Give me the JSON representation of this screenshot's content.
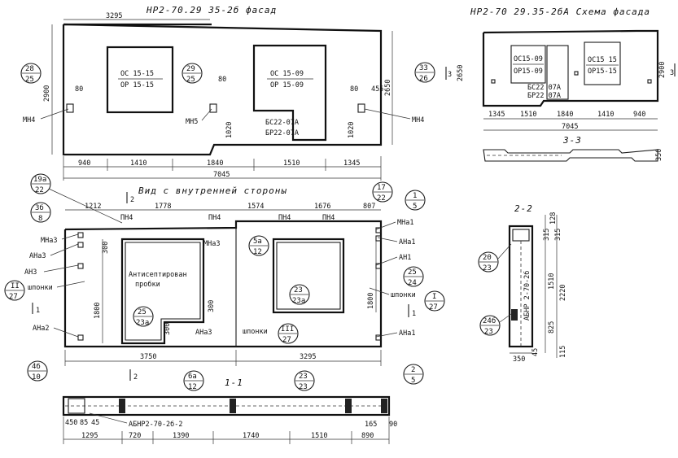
{
  "facade": {
    "title": "НР2-70.29 35-2б фасад",
    "top_dim": "3295",
    "height_left": "2900",
    "height_right": "2650",
    "win1": [
      "ОС 15-15",
      "ОР 15-15"
    ],
    "win2": [
      "ОС 15-09",
      "ОР 15-09"
    ],
    "door": [
      "БС22-07А",
      "БР22-07А"
    ],
    "bub_left": [
      "28",
      "25"
    ],
    "bub_mid": [
      "29",
      "25"
    ],
    "bub_right": [
      "33",
      "26"
    ],
    "mn_left": "МН4",
    "mn_mid": "МН5",
    "mn_right": "МН4",
    "d80a": "80",
    "d80b": "80",
    "d80c": "80",
    "d455": "455",
    "d1020a": "1020",
    "d1020b": "1020",
    "bottom_dims": [
      "940",
      "1410",
      "1840",
      "1510",
      "1345"
    ],
    "total": "7045"
  },
  "scheme": {
    "title": "НР2-70 29.35-2бА  Схема фасада",
    "h_left": "2650",
    "h_right": "2900",
    "arrow_left": "3",
    "arrow_right": "3",
    "win1": [
      "ОС15-09",
      "ОР15-09"
    ],
    "win2": [
      "ОС15 15",
      "ОР15-15"
    ],
    "door": [
      "БС22 07А",
      "БР22 07А"
    ],
    "bottom_dims": [
      "1345",
      "1510",
      "1840",
      "1410",
      "940"
    ],
    "total": "7045",
    "section_title": "3-3",
    "sec_dim": "350"
  },
  "inner": {
    "title": "Вид с внутренней стороны",
    "sec_mark_top": "2",
    "sec_mark_bottom": "2",
    "top_dims": [
      "1212",
      "1778",
      "1574",
      "1676",
      "807"
    ],
    "pn": [
      "ПН4",
      "ПН4",
      "ПН4",
      "ПН4"
    ],
    "left_labels": [
      "МНа3",
      "АНа3",
      "АН3",
      "шпонки",
      "АНа2"
    ],
    "right_labels": [
      "МНа1",
      "АНа1",
      "АН1",
      "шпонки",
      "АНа1"
    ],
    "mna3_mid": "МНа3",
    "ana3_mid": "АНа3",
    "shponki_mid": "шпонки",
    "plugs": [
      "Антисептирован",
      "пробки"
    ],
    "d300a": "300",
    "d300b": "300",
    "d300c": "300",
    "d1800a": "1800",
    "d1800b": "1800",
    "bottom_dims": [
      "3750",
      "3295"
    ],
    "bub_19a": [
      "19а",
      "22"
    ],
    "bub_3b": [
      "3б",
      "8"
    ],
    "bub_II": [
      "II",
      "27"
    ],
    "bub_4b": [
      "4б",
      "10"
    ],
    "bub_5a": [
      "5а",
      "12"
    ],
    "bub_25": [
      "25",
      "23а"
    ],
    "bub_23": [
      "23",
      "23а"
    ],
    "bub_III": [
      "III",
      "27"
    ],
    "bub_6a": [
      "6а",
      "12"
    ],
    "bub_17": [
      "17",
      "22"
    ],
    "bub_1": [
      "1",
      "5"
    ],
    "bub_25r": [
      "25",
      "24"
    ],
    "bub_I": [
      "I",
      "27"
    ],
    "bub_2": [
      "2",
      "5"
    ],
    "arrow_1_left": "1",
    "arrow_1_right": "1"
  },
  "section11": {
    "title": "1-1",
    "bub_23": [
      "23",
      "23"
    ],
    "label": "АБНР2-70-2б-2",
    "small_dims": [
      "450",
      "85",
      "45"
    ],
    "dims": [
      "1295",
      "720",
      "1390",
      "1740",
      "1510",
      "890"
    ],
    "d165": "165",
    "d90": "90"
  },
  "section22": {
    "title": "2-2",
    "label": "АБНР 2-70-2б",
    "dims_right": [
      "128",
      "315",
      "315",
      "1510",
      "2220",
      "825",
      "115"
    ],
    "bub_20": [
      "20",
      "23"
    ],
    "bub_24b": [
      "24б",
      "23"
    ],
    "d350": "350",
    "d45": "45"
  }
}
